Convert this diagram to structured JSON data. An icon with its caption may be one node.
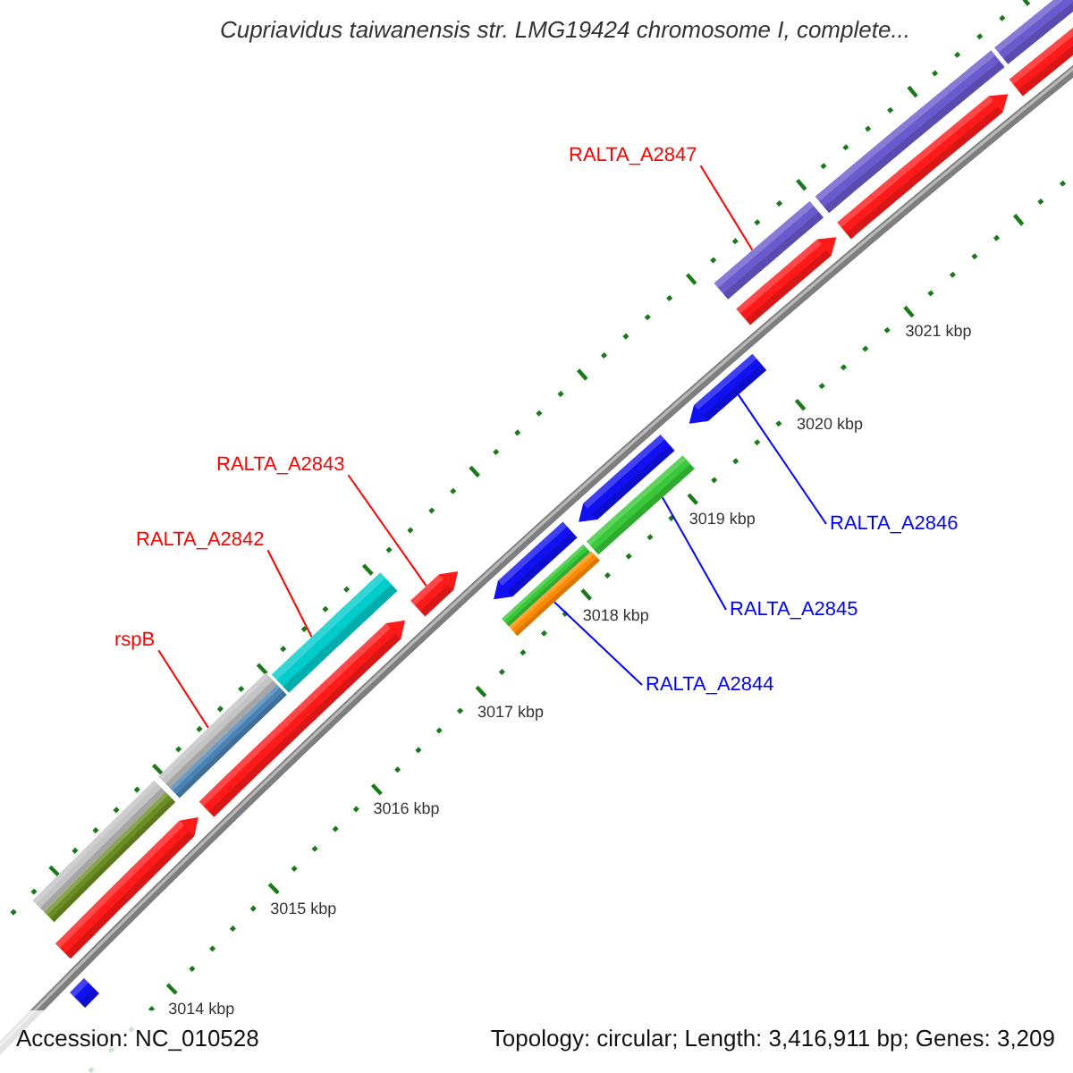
{
  "diagram": {
    "title": "Cupriavidus taiwanensis str. LMG19424 chromosome I, complete...",
    "nodes": [
      {
        "text": [
          "RALTA_A2847"
        ]
      },
      {
        "text": [
          "RALTA_A2843"
        ]
      },
      {
        "text": [
          "RALTA_A2846"
        ]
      },
      {
        "text": [
          "RALTA_A2842"
        ]
      },
      {
        "text": [
          "RALTA_A2845"
        ]
      },
      {
        "text": [
          "rspB"
        ]
      },
      {
        "text": [
          "RALTA_A2844"
        ]
      },
      {
        "text": [],
        "shape": "bar"
      },
      {
        "text": [],
        "shape": "arrow"
      },
      {
        "text": [],
        "shape": "bar"
      },
      {
        "text": [],
        "shape": "bar"
      },
      {
        "text": [],
        "shape": "arrow"
      },
      {
        "text": [],
        "shape": "bar"
      },
      {
        "text": [],
        "shape": "arrow"
      },
      {
        "text": [],
        "shape": "arrow"
      },
      {
        "text": [],
        "shape": "bar"
      },
      {
        "text": [],
        "shape": "bar"
      },
      {
        "text": [],
        "shape": "arrow"
      },
      {
        "text": [],
        "shape": "bar"
      },
      {
        "text": [],
        "shape": "arrow"
      },
      {
        "text": [],
        "shape": "bar"
      },
      {
        "text": [],
        "shape": "arrow"
      },
      {
        "text": [],
        "shape": "arrow"
      },
      {
        "text": [],
        "shape": "bar"
      },
      {
        "text": [],
        "shape": "arrow"
      },
      {
        "text": [],
        "shape": "bar"
      }
    ],
    "edges": [
      {
        "from": 0,
        "to": 20,
        "arrow": "none"
      },
      {
        "from": 1,
        "to": 13,
        "arrow": "none"
      },
      {
        "from": 2,
        "to": 19,
        "arrow": "none",
        "color": "#0000ff"
      },
      {
        "from": 3,
        "to": 12,
        "arrow": "none"
      },
      {
        "from": 4,
        "to": 18,
        "arrow": "none",
        "color": "#0000ff"
      },
      {
        "from": 5,
        "to": 10,
        "arrow": "none"
      },
      {
        "from": 6,
        "to": 16,
        "arrow": "none",
        "color": "#0000ff"
      }
    ],
    "labels": [
      "3021 kbp",
      "3020 kbp",
      "3019 kbp",
      "3018 kbp",
      "3017 kbp",
      "3016 kbp",
      "3015 kbp",
      "3014 kbp",
      "Accession: NC_010528",
      "Topology: circular; Length: 3,416,911 bp; Genes: 3,209"
    ]
  }
}
